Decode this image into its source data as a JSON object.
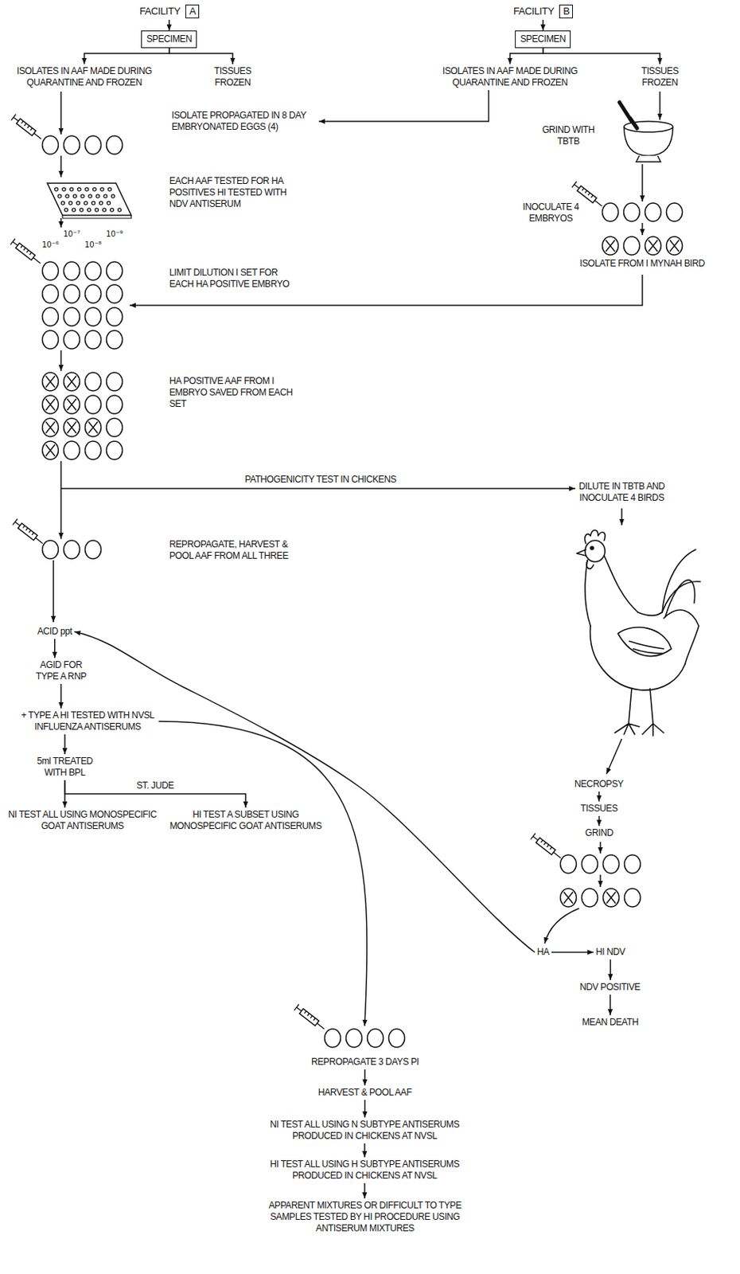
{
  "diagram": {
    "nodes": [
      {
        "text": [
          "FACILITY",
          "A"
        ]
      },
      {
        "text": [
          "SPECIMEN"
        ]
      },
      {
        "text": [
          "ISOLATES IN AAF MADE DURING QUARANTINE AND FROZEN"
        ]
      },
      {
        "text": [
          "TISSUES FROZEN"
        ]
      },
      {
        "text": [
          "FACILITY",
          "B"
        ]
      },
      {
        "text": [
          "SPECIMEN"
        ]
      },
      {
        "text": [
          "ISOLATES IN AAF MADE DURING QUARANTINE AND FROZEN"
        ]
      },
      {
        "text": [
          "TISSUES FROZEN"
        ]
      },
      {
        "text": [
          "ISOLATE PROPAGATED IN 8 DAY EMBRYONATED EGGS (4)"
        ]
      },
      {
        "text": [
          "DILUTE IN TBTB AND INOCULATE 4 BIRDS"
        ]
      },
      {
        "text": [
          "ACID ppt"
        ]
      },
      {
        "text": [
          "AGID FOR TYPE A RNP"
        ]
      },
      {
        "text": [
          "+ TYPE A HI TESTED WITH NVSL INFLUENZA ANTISERUMS"
        ]
      },
      {
        "text": [
          "5ml TREATED WITH BPL"
        ]
      },
      {
        "text": [
          "NI TEST ALL USING MONOSPECIFIC GOAT ANTISERUMS"
        ]
      },
      {
        "text": [
          "HI TEST A SUBSET USING MONOSPECIFIC GOAT ANTISERUMS"
        ]
      },
      {
        "text": [
          "NECROPSY"
        ]
      },
      {
        "text": [
          "TISSUES"
        ]
      },
      {
        "text": [
          "GRIND"
        ]
      },
      {
        "text": [
          "HA"
        ]
      },
      {
        "text": [
          "HI NDV"
        ]
      },
      {
        "text": [
          "NDV POSITIVE"
        ]
      },
      {
        "text": [
          "MEAN DEATH"
        ]
      },
      {
        "text": [
          "REPROPAGATE 3 DAYS PI"
        ]
      },
      {
        "text": [
          "HARVEST & POOL AAF"
        ]
      },
      {
        "text": [
          "NI TEST ALL USING N SUBTYPE ANTISERUMS PRODUCED IN CHICKENS AT NVSL"
        ]
      },
      {
        "text": [
          "HI TEST ALL USING H SUBTYPE ANTISERUMS PRODUCED IN CHICKENS AT NVSL"
        ]
      },
      {
        "text": [
          "APPARENT MIXTURES OR DIFFICULT TO TYPE SAMPLES TESTED BY HI PROCEDURE USING ANTISERUM MIXTURES"
        ]
      }
    ],
    "edges": [
      {
        "from": 0,
        "to": 1,
        "arrow": "to"
      },
      {
        "from": 1,
        "to": 2,
        "arrow": "to"
      },
      {
        "from": 1,
        "to": 3,
        "arrow": "to"
      },
      {
        "from": 4,
        "to": 5,
        "arrow": "to"
      },
      {
        "from": 5,
        "to": 6,
        "arrow": "to"
      },
      {
        "from": 5,
        "to": 7,
        "arrow": "to"
      },
      {
        "from": 6,
        "to": 8,
        "arrow": "to"
      },
      {
        "from": 10,
        "to": 11,
        "arrow": "to"
      },
      {
        "from": 11,
        "to": 12,
        "arrow": "to"
      },
      {
        "from": 12,
        "to": 13,
        "arrow": "to"
      },
      {
        "from": 13,
        "to": 14,
        "arrow": "to"
      },
      {
        "from": 13,
        "to": 15,
        "label": "ST. JUDE",
        "arrow": "to"
      },
      {
        "from": 16,
        "to": 17,
        "arrow": "to"
      },
      {
        "from": 17,
        "to": 18,
        "arrow": "to"
      },
      {
        "from": 19,
        "to": 10,
        "arrow": "to"
      },
      {
        "from": 19,
        "to": 20,
        "arrow": "to"
      },
      {
        "from": 20,
        "to": 21,
        "arrow": "to"
      },
      {
        "from": 21,
        "to": 22,
        "arrow": "to"
      },
      {
        "from": 23,
        "to": 24,
        "arrow": "to"
      },
      {
        "from": 24,
        "to": 25,
        "arrow": "to"
      },
      {
        "from": 25,
        "to": 26,
        "arrow": "to"
      },
      {
        "from": 26,
        "to": 27,
        "arrow": "to"
      }
    ],
    "labels": [
      "EACH AAF TESTED FOR HA POSITIVES HI TESTED WITH NDV ANTISERUM",
      "10⁻⁷",
      "10⁻⁹",
      "10⁻⁶",
      "10⁻⁸",
      "LIMIT DILUTION I SET FOR EACH HA POSITIVE EMBRYO",
      "HA POSITIVE AAF FROM I EMBRYO SAVED FROM EACH SET",
      "PATHOGENICITY TEST IN CHICKENS",
      "REPROPAGATE, HARVEST & POOL AAF FROM ALL THREE",
      "GRIND WITH TBTB",
      "INOCULATE 4 EMBRYOS",
      "ISOLATE FROM I MYNAH BIRD"
    ]
  }
}
